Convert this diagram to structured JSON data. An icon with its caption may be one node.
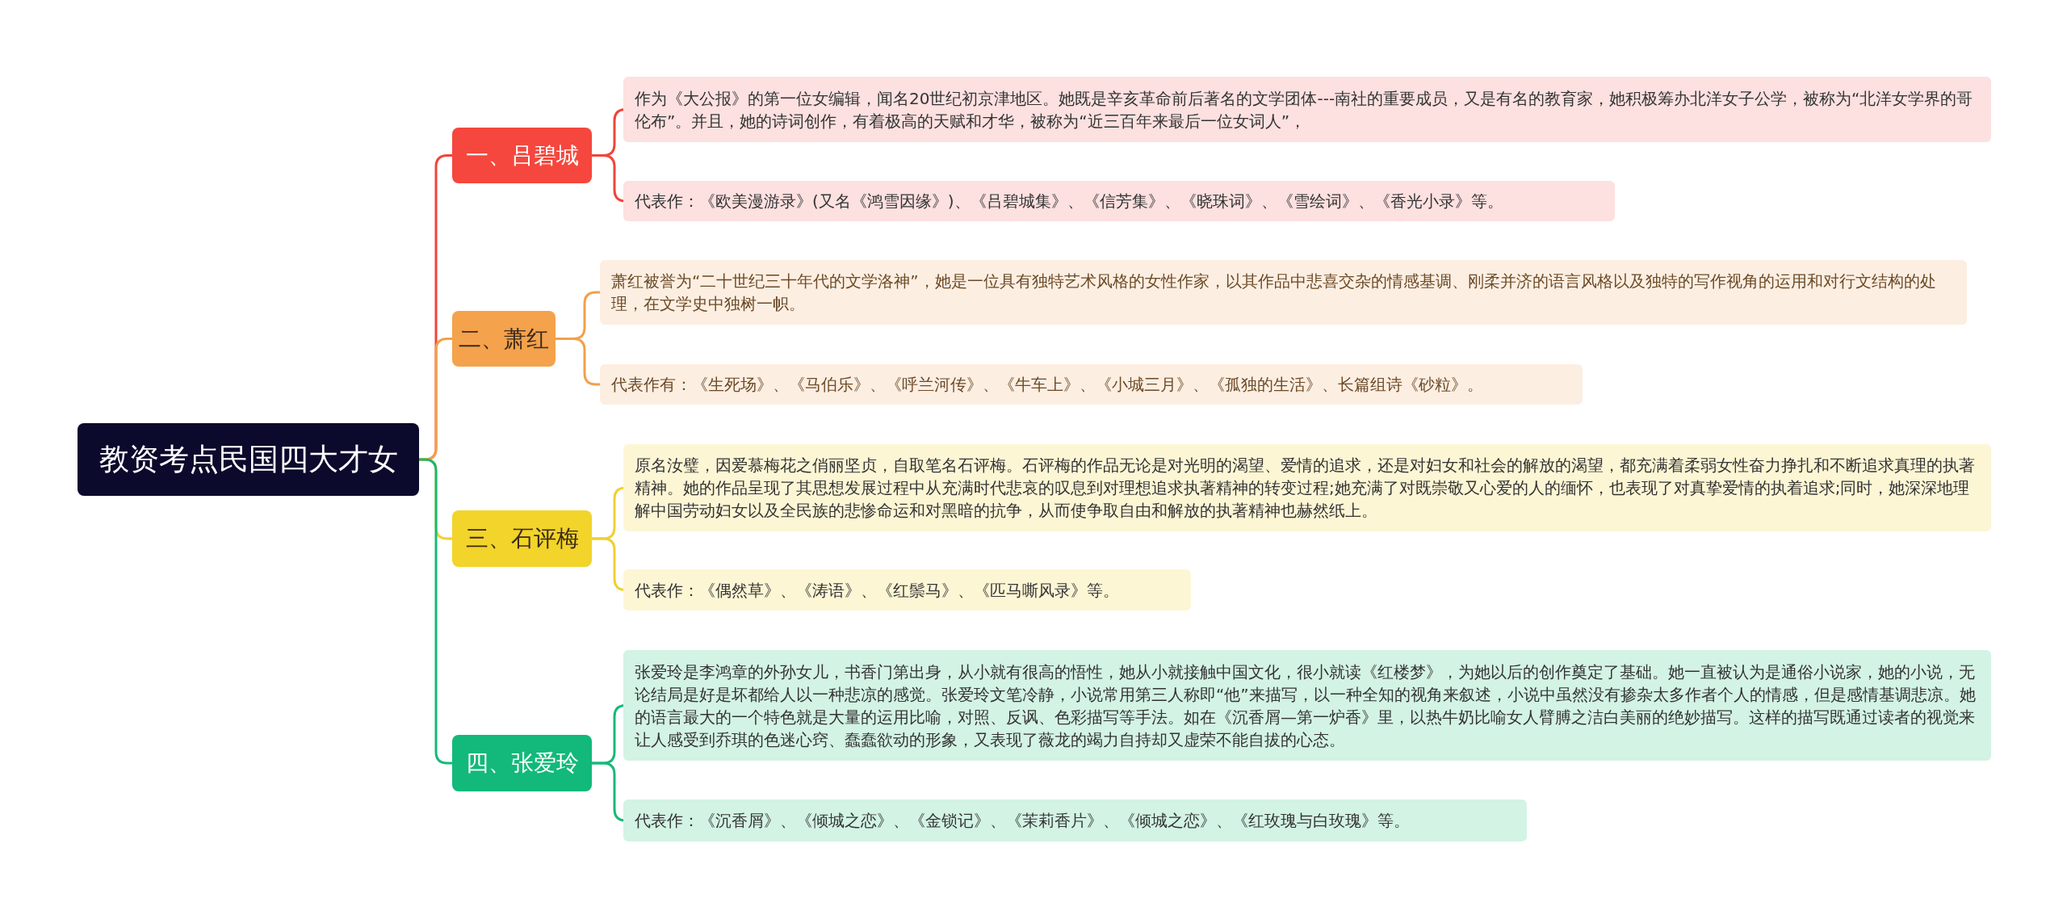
{
  "diagram": {
    "nodes": [
      {
        "text": [
          "教资考点民国四大才女"
        ]
      },
      {
        "text": [
          "一、吕碧城"
        ]
      },
      {
        "text": [
          "作为《大公报》的第一位女编辑，闻名20世纪初京津地区。她既是辛亥革命前后著名的文学团体---南社的重要成员，又是有名的教育家，她积极筹办北洋女子公学，被称为“北洋女学界的哥伦布”。并且，她的诗词创作，有着极高的天赋和才华，被称为“近三百年来最后一位女词人”，"
        ]
      },
      {
        "text": [
          "代表作：《欧美漫游录》(又名《鸿雪因缘》)、《吕碧城集》、《信芳集》、《晓珠词》、《雪绘词》、《香光小录》等。"
        ]
      },
      {
        "text": [
          "二、萧红"
        ]
      },
      {
        "text": [
          "萧红被誉为“二十世纪三十年代的文学洛神”，她是一位具有独特艺术风格的女性作家，以其作品中悲喜交杂的情感基调、刚柔并济的语言风格以及独特的写作视角的运用和对行文结构的处理，在文学史中独树一帜。"
        ]
      },
      {
        "text": [
          "代表作有：《生死场》、《马伯乐》、《呼兰河传》、《牛车上》、《小城三月》、《孤独的生活》、长篇组诗《砂粒》。"
        ]
      },
      {
        "text": [
          "三、石评梅"
        ]
      },
      {
        "text": [
          "原名汝璧，因爱慕梅花之俏丽坚贞，自取笔名石评梅。石评梅的作品无论是对光明的渴望、爱情的追求，还是对妇女和社会的解放的渴望，都充满着柔弱女性奋力挣扎和不断追求真理的执著精神。她的作品呈现了其思想发展过程中从充满时代悲哀的叹息到对理想追求执著精神的转变过程;她充满了对既崇敬又心爱的人的缅怀，也表现了对真挚爱情的执着追求;同时，她深深地理解中国劳动妇女以及全民族的悲惨命运和对黑暗的抗争，从而使争取自由和解放的执著精神也赫然纸上。"
        ]
      },
      {
        "text": [
          "代表作：《偶然草》、《涛语》、《红鬃马》、《匹马嘶风录》等。"
        ]
      },
      {
        "text": [
          "四、张爱玲"
        ]
      },
      {
        "text": [
          "张爱玲是李鸿章的外孙女儿，书香门第出身，从小就有很高的悟性，她从小就接触中国文化，很小就读《红楼梦》，为她以后的创作奠定了基础。她一直被认为是通俗小说家，她的小说，无论结局是好是坏都给人以一种悲凉的感觉。张爱玲文笔冷静，小说常用第三人称即“他”来描写，以一种全知的视角来叙述，小说中虽然没有掺杂太多作者个人的情感，但是感情基调悲凉。她的语言最大的一个特色就是大量的运用比喻，对照、反讽、色彩描写等手法。如在《沉香屑—第一炉香》里，以热牛奶比喻女人臂膊之洁白美丽的绝妙描写。这样的描写既通过读者的视觉来让人感受到乔琪的色迷心窍、蠢蠢欲动的形象，又表现了薇龙的竭力自持却又虚荣不能自拔的心态。"
        ]
      },
      {
        "text": [
          "代表作：《沉香屑》、《倾城之恋》、《金锁记》、《茉莉香片》、《倾城之恋》、《红玫瑰与白玫瑰》等。"
        ]
      }
    ],
    "edges": [
      {
        "from": 0,
        "to": 1,
        "arrow": "none",
        "color": "#f0443a"
      },
      {
        "from": 1,
        "to": 2,
        "arrow": "none",
        "color": "#f0443a"
      },
      {
        "from": 1,
        "to": 3,
        "arrow": "none",
        "color": "#f0443a"
      },
      {
        "from": 0,
        "to": 4,
        "arrow": "none",
        "color": "#f3a04a"
      },
      {
        "from": 4,
        "to": 5,
        "arrow": "none",
        "color": "#f3a04a"
      },
      {
        "from": 4,
        "to": 6,
        "arrow": "none",
        "color": "#f3a04a"
      },
      {
        "from": 0,
        "to": 7,
        "arrow": "none",
        "color": "#f0d030"
      },
      {
        "from": 7,
        "to": 8,
        "arrow": "none",
        "color": "#f0d030"
      },
      {
        "from": 7,
        "to": 9,
        "arrow": "none",
        "color": "#f0d030"
      },
      {
        "from": 0,
        "to": 10,
        "arrow": "none",
        "color": "#17b978"
      },
      {
        "from": 10,
        "to": 11,
        "arrow": "none",
        "color": "#17b978"
      },
      {
        "from": 10,
        "to": 12,
        "arrow": "none",
        "color": "#17b978"
      }
    ]
  }
}
